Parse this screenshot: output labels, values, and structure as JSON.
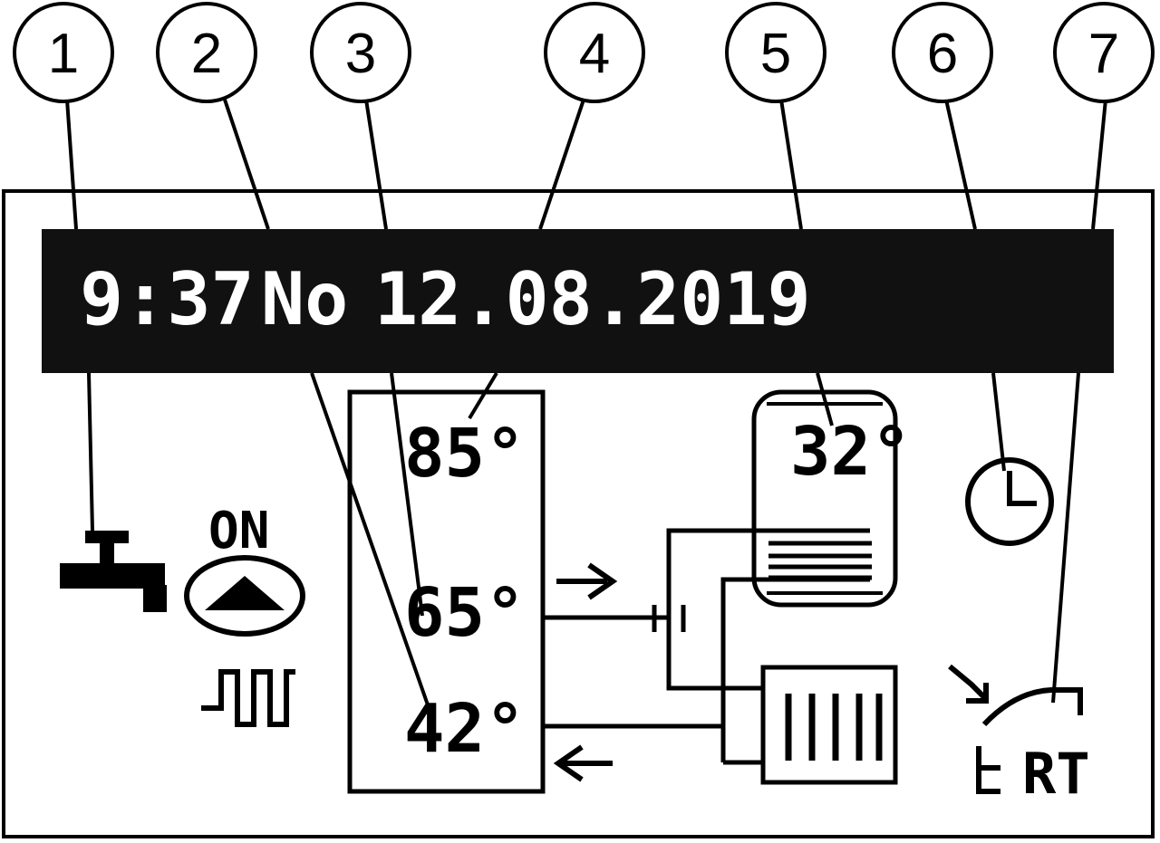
{
  "callouts": [
    "1",
    "2",
    "3",
    "4",
    "5",
    "6",
    "7"
  ],
  "status_bar": {
    "time": "9:37",
    "day": "No",
    "date": "12.08.2019"
  },
  "boiler": {
    "top_temp": "85°",
    "mid_temp": "65°",
    "bottom_temp": "42°"
  },
  "tank": {
    "temp": "32°"
  },
  "burner": {
    "status": "ON"
  },
  "remote": {
    "label": "RT"
  },
  "colors": {
    "ink": "#000000",
    "lcd_background": "#111111",
    "lcd_text": "#ffffff",
    "paper": "#ffffff"
  },
  "icons": [
    "tap-icon",
    "burner-flame-icon",
    "heating-wave-icon",
    "clock-icon",
    "remote-thermostat-icon",
    "flow-arrow-icon",
    "return-arrow-icon",
    "radiator-icon"
  ]
}
